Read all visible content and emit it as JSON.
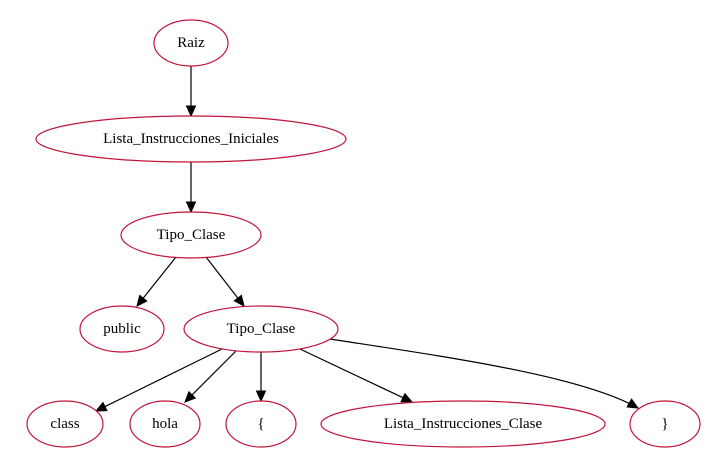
{
  "colors": {
    "node_border": "#c0143c",
    "edge": "#000000",
    "text": "#000000",
    "background": "#ffffff"
  },
  "nodes": [
    {
      "id": "raiz",
      "label": "Raiz"
    },
    {
      "id": "lista-instrucciones-iniciales",
      "label": "Lista_Instrucciones_Iniciales"
    },
    {
      "id": "tipo-clase-1",
      "label": "Tipo_Clase"
    },
    {
      "id": "public",
      "label": "public"
    },
    {
      "id": "tipo-clase-2",
      "label": "Tipo_Clase"
    },
    {
      "id": "class",
      "label": "class"
    },
    {
      "id": "hola",
      "label": "hola"
    },
    {
      "id": "open-brace",
      "label": "{"
    },
    {
      "id": "lista-instrucciones-clase",
      "label": "Lista_Instrucciones_Clase"
    },
    {
      "id": "close-brace",
      "label": "}"
    }
  ],
  "edges": [
    {
      "from": "raiz",
      "to": "lista-instrucciones-iniciales"
    },
    {
      "from": "lista-instrucciones-iniciales",
      "to": "tipo-clase-1"
    },
    {
      "from": "tipo-clase-1",
      "to": "public"
    },
    {
      "from": "tipo-clase-1",
      "to": "tipo-clase-2"
    },
    {
      "from": "tipo-clase-2",
      "to": "class"
    },
    {
      "from": "tipo-clase-2",
      "to": "hola"
    },
    {
      "from": "tipo-clase-2",
      "to": "open-brace"
    },
    {
      "from": "tipo-clase-2",
      "to": "lista-instrucciones-clase"
    },
    {
      "from": "tipo-clase-2",
      "to": "close-brace"
    }
  ]
}
